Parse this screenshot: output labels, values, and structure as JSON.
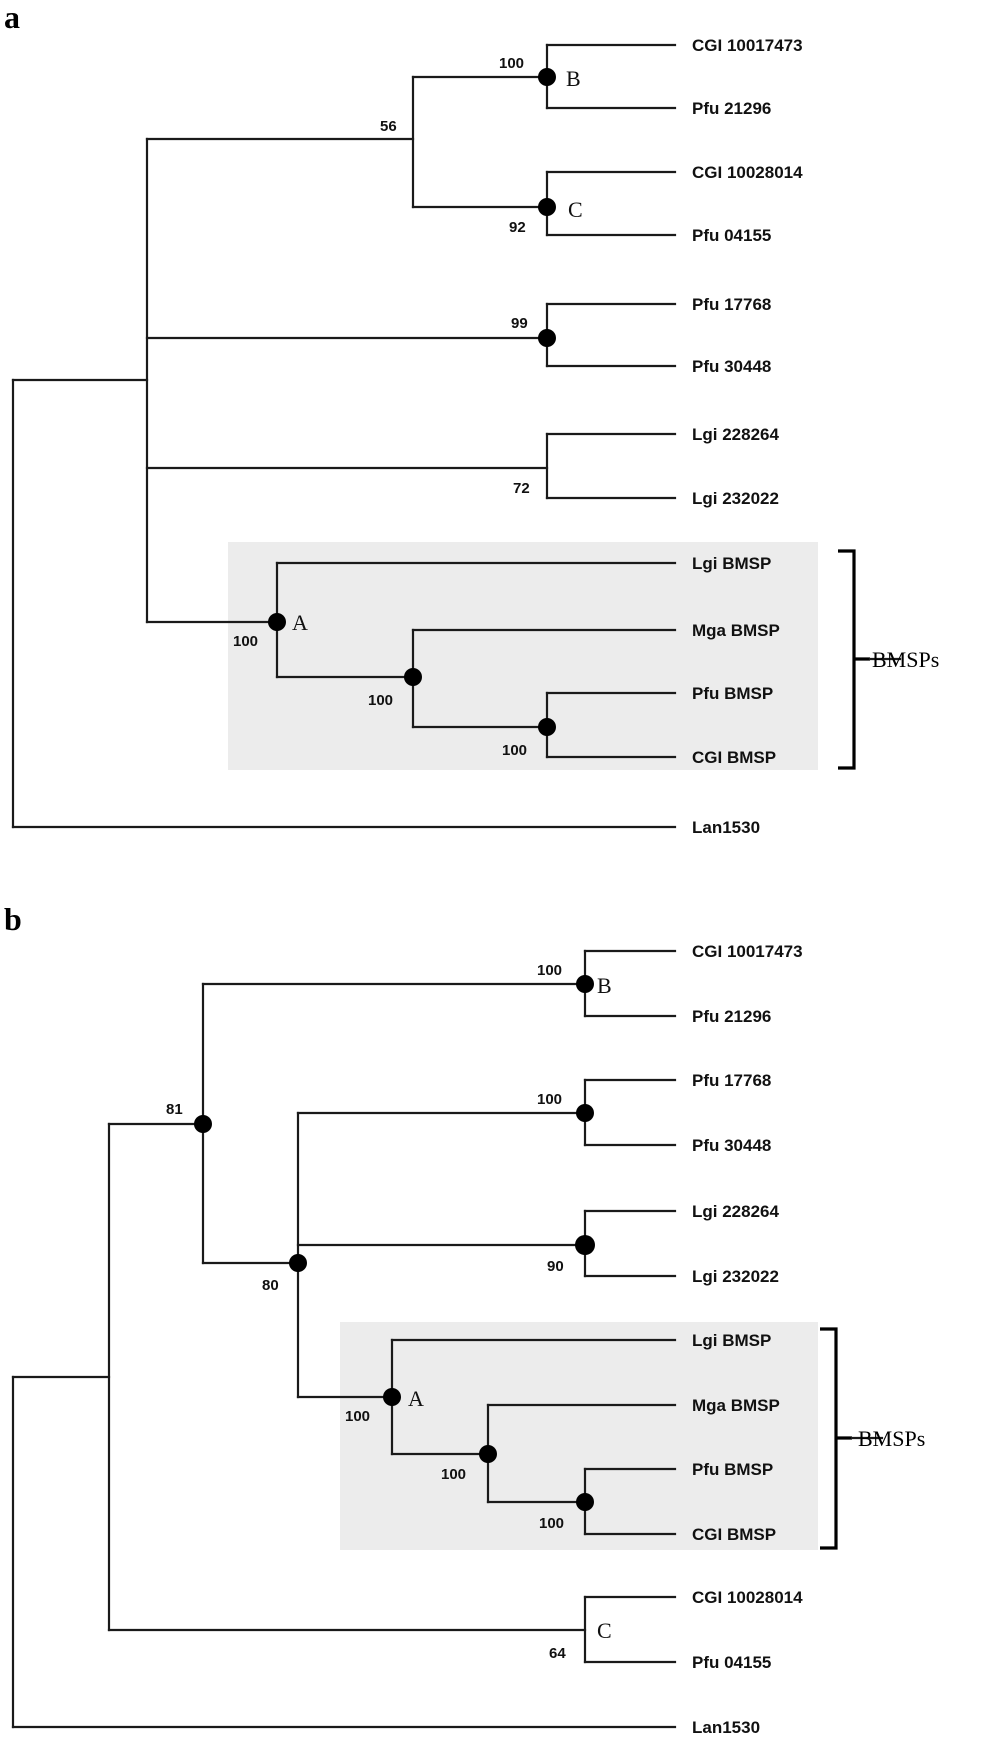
{
  "panels": [
    {
      "panel_label": "a",
      "leaves": [
        "CGI 10017473",
        "Pfu 21296",
        "CGI 10028014",
        "Pfu 04155",
        "Pfu 17768",
        "Pfu 30448",
        "Lgi 228264",
        "Lgi 232022",
        "Lgi BMSP",
        "Mga BMSP",
        "Pfu BMSP",
        "CGI BMSP",
        "Lan1530"
      ],
      "bootstrap": [
        "100",
        "92",
        "56",
        "99",
        "72",
        "100",
        "100",
        "100"
      ],
      "node_labels": [
        "B",
        "C",
        "A"
      ],
      "group_label": "BMSPs"
    },
    {
      "panel_label": "b",
      "leaves": [
        "CGI 10017473",
        "Pfu 21296",
        "Pfu 17768",
        "Pfu 30448",
        "Lgi 228264",
        "Lgi 232022",
        "Lgi BMSP",
        "Mga BMSP",
        "Pfu BMSP",
        "CGI BMSP",
        "CGI 10028014",
        "Pfu 04155",
        "Lan1530"
      ],
      "bootstrap": [
        "100",
        "100",
        "90",
        "81",
        "80",
        "100",
        "100",
        "100",
        "64"
      ],
      "node_labels": [
        "B",
        "A",
        "C"
      ],
      "group_label": "BMSPs"
    }
  ]
}
